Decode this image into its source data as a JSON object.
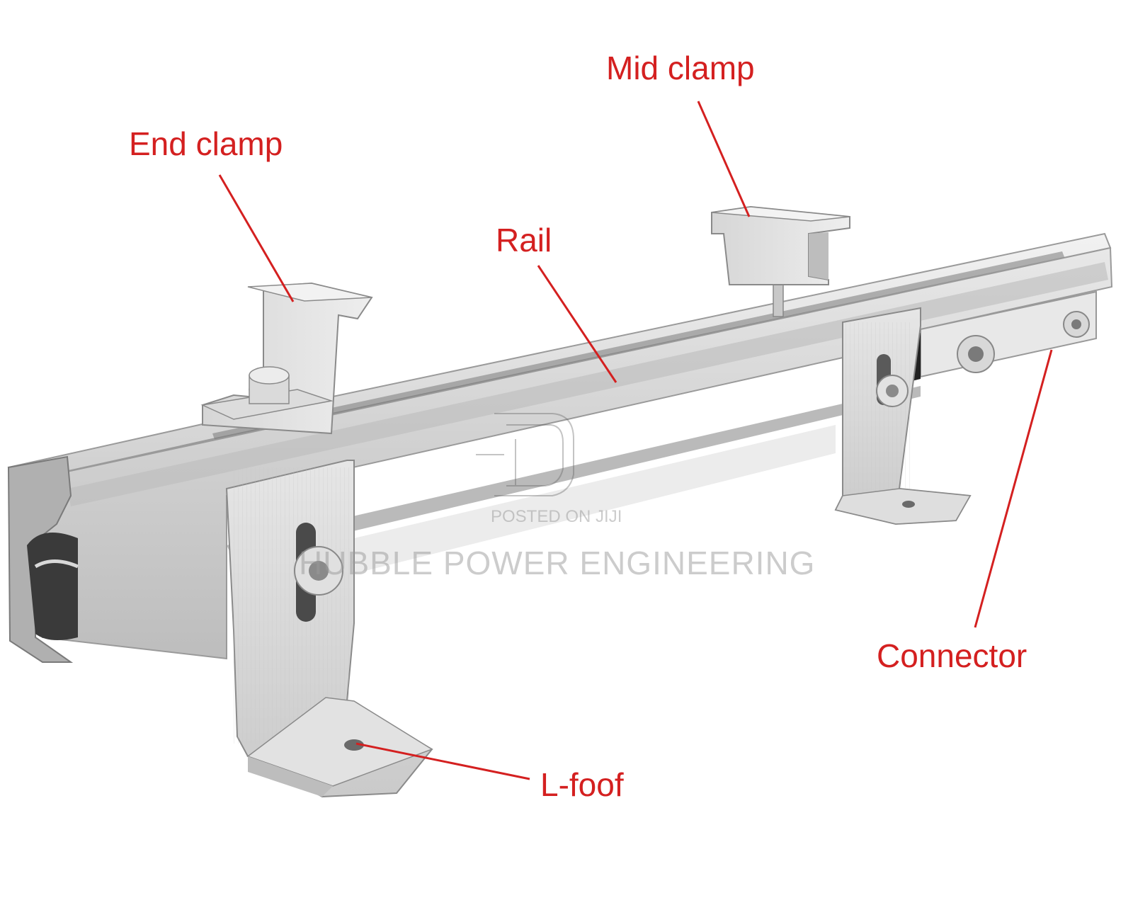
{
  "labels": {
    "mid_clamp": "Mid clamp",
    "end_clamp": "End clamp",
    "rail": "Rail",
    "connector": "Connector",
    "l_foot": "L-foof"
  },
  "watermark": {
    "posted": "POSTED ON JIJI",
    "company": "HUBBLE POWER ENGINEERING"
  },
  "colors": {
    "label": "#d42020",
    "leader": "#d42020",
    "metal_light": "#e4e4e4",
    "metal_mid": "#c2c2c2",
    "metal_dark": "#8a8a8a",
    "watermark": "#9a9a9a",
    "background": "#ffffff"
  }
}
